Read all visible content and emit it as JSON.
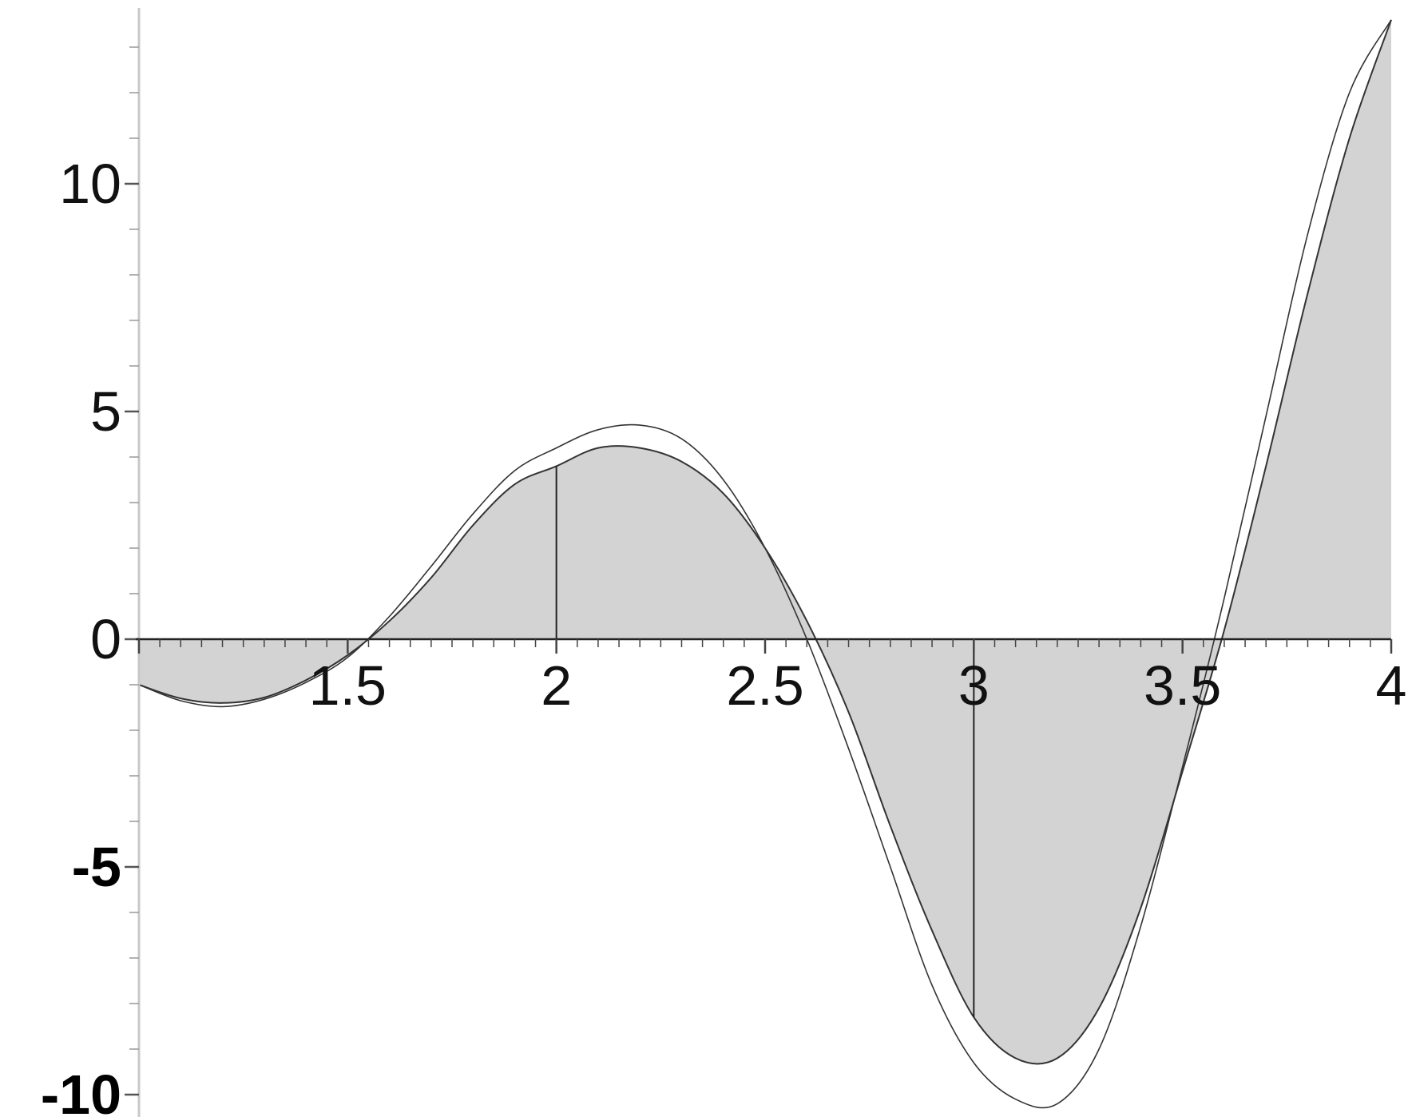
{
  "chart_data": {
    "type": "area",
    "title": "",
    "xlabel": "",
    "ylabel": "",
    "xlim": [
      1,
      4
    ],
    "ylim": [
      -10.5,
      13.5
    ],
    "grid": false,
    "legend": "none",
    "colors": {
      "fill": "#d3d3d3",
      "curve": "#333333",
      "axis": "#222222",
      "background": "#ffffff"
    },
    "x_ticks": [
      {
        "value": 1.5,
        "label": "1.5"
      },
      {
        "value": 2,
        "label": "2"
      },
      {
        "value": 2.5,
        "label": "2.5"
      },
      {
        "value": 3,
        "label": "3"
      },
      {
        "value": 3.5,
        "label": "3.5"
      },
      {
        "value": 4,
        "label": "4"
      }
    ],
    "y_ticks": [
      {
        "value": 10,
        "label": "10",
        "bold": false
      },
      {
        "value": 5,
        "label": "5",
        "bold": false
      },
      {
        "value": 0,
        "label": "0",
        "bold": false
      },
      {
        "value": -5,
        "label": "-5",
        "bold": true
      },
      {
        "value": -10,
        "label": "-10",
        "bold": true
      }
    ],
    "vertical_lines": [
      2,
      3
    ],
    "series": [
      {
        "role": "function",
        "x": [
          1,
          1.1,
          1.2,
          1.3,
          1.4,
          1.5,
          1.6,
          1.7,
          1.8,
          1.9,
          2.0,
          2.1,
          2.2,
          2.3,
          2.4,
          2.5,
          2.6,
          2.7,
          2.8,
          2.9,
          3.0,
          3.1,
          3.2,
          3.3,
          3.4,
          3.5,
          3.6,
          3.7,
          3.8,
          3.9,
          4.0
        ],
        "y": [
          -1.0,
          -1.35,
          -1.48,
          -1.32,
          -0.95,
          -0.4,
          0.5,
          1.6,
          2.75,
          3.7,
          4.2,
          4.6,
          4.7,
          4.4,
          3.5,
          2.0,
          0.0,
          -2.4,
          -5.0,
          -7.6,
          -9.3,
          -10.1,
          -10.2,
          -9.0,
          -6.3,
          -2.8,
          0.9,
          4.9,
          8.9,
          12.0,
          13.6
        ]
      },
      {
        "role": "interpolant",
        "x": [
          1,
          1.1,
          1.2,
          1.3,
          1.4,
          1.5,
          1.6,
          1.7,
          1.8,
          1.9,
          2.0,
          2.1,
          2.2,
          2.3,
          2.4,
          2.5,
          2.6,
          2.7,
          2.8,
          2.9,
          3.0,
          3.1,
          3.2,
          3.3,
          3.4,
          3.5,
          3.6,
          3.7,
          3.8,
          3.9,
          4.0
        ],
        "y": [
          -1.0,
          -1.3,
          -1.4,
          -1.28,
          -0.9,
          -0.35,
          0.4,
          1.35,
          2.5,
          3.4,
          3.8,
          4.2,
          4.2,
          3.9,
          3.2,
          2.0,
          0.4,
          -1.6,
          -4.1,
          -6.4,
          -8.3,
          -9.2,
          -9.2,
          -8.1,
          -5.9,
          -2.9,
          0.2,
          3.8,
          7.6,
          11.0,
          13.6
        ]
      }
    ]
  }
}
